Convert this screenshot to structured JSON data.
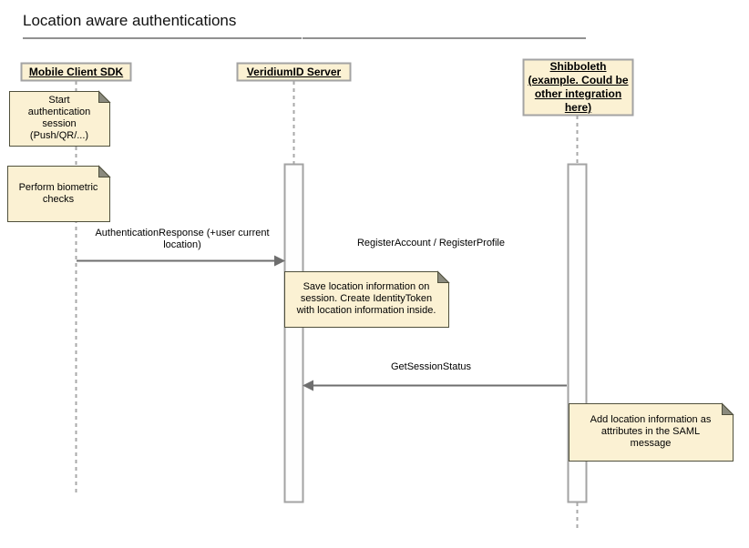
{
  "title": "Location aware authentications",
  "diagram": {
    "type": "uml-sequence",
    "participants": [
      {
        "id": "mobile",
        "lines": [
          "Mobile Client SDK"
        ]
      },
      {
        "id": "veridium",
        "lines": [
          "VeridiumID Server"
        ]
      },
      {
        "id": "shibboleth",
        "lines": [
          "Shibboleth",
          "(example. Could be",
          "other integration",
          "here)"
        ]
      }
    ],
    "notes": [
      {
        "anchor": "mobile",
        "lines": [
          "Start",
          "authentication",
          "session",
          "(Push/QR/...)"
        ]
      },
      {
        "anchor": "mobile",
        "lines": [
          "Perform biometric",
          "checks"
        ]
      },
      {
        "anchor": "veridium",
        "lines": [
          "Save location information on",
          "session. Create IdentityToken",
          "with location information inside."
        ]
      },
      {
        "anchor": "shibboleth",
        "lines": [
          "Add location information as",
          "attributes in the SAML",
          "message"
        ]
      }
    ],
    "messages": [
      {
        "from": "mobile",
        "to": "veridium",
        "direction": "right",
        "lines": [
          "AuthenticationResponse (+user current",
          "location)"
        ]
      },
      {
        "from": "veridium",
        "to": "shibboleth",
        "direction": "none",
        "lines": [
          "RegisterAccount / RegisterProfile"
        ]
      },
      {
        "from": "shibboleth",
        "to": "veridium",
        "direction": "left",
        "lines": [
          "GetSessionStatus"
        ]
      }
    ],
    "colors": {
      "fill_cream": "#FBF1D3",
      "border_gray": "#A3A3A3",
      "lifeline_gray": "#A9A9A9",
      "note_border": "#50503C",
      "note_fold": "#8A8A7E",
      "arrow_gray": "#6E6E6E",
      "title_rule": "#919191"
    }
  }
}
